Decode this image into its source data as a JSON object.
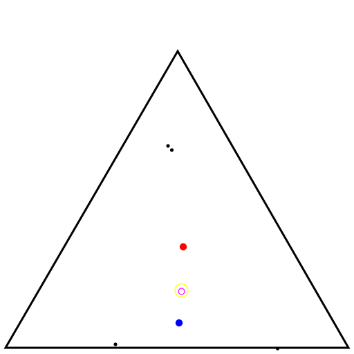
{
  "diagram": {
    "shape": "triangle",
    "background": "#ffffff",
    "outline_color": "#000000",
    "markers": [
      {
        "name": "small-dot-1",
        "kind": "dot",
        "color": "#000000"
      },
      {
        "name": "small-dot-2",
        "kind": "dot",
        "color": "#000000"
      },
      {
        "name": "red-dot",
        "kind": "dot",
        "color": "#ff0000"
      },
      {
        "name": "yellow-ring",
        "kind": "ring",
        "color": "#ffff00"
      },
      {
        "name": "magenta-ring",
        "kind": "ring",
        "color": "#ff00ff"
      },
      {
        "name": "blue-dot",
        "kind": "dot",
        "color": "#0000ff"
      },
      {
        "name": "small-dot-bottom-left",
        "kind": "dot",
        "color": "#000000"
      },
      {
        "name": "small-dot-bottom-right",
        "kind": "dot",
        "color": "#000000"
      }
    ]
  }
}
